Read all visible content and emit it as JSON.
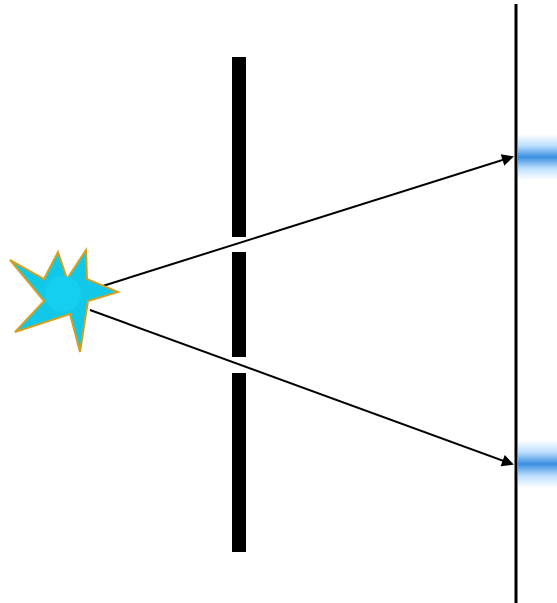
{
  "diagram": {
    "kind": "double-slit",
    "colors": {
      "background": "#ffffff",
      "barrier": "#000000",
      "screen": "#000000",
      "arrow": "#000000",
      "source_fill": "#12c8e8",
      "source_outline": "#d4a020",
      "band_core": "#3a8fe0",
      "band_glow": "#bfe0ff"
    },
    "elements": {
      "source": "light-source-burst",
      "barrier": "double-slit-barrier",
      "screen": "detection-screen",
      "rays": [
        "ray-to-upper-fringe",
        "ray-to-lower-fringe"
      ],
      "fringes": [
        "upper-fringe",
        "lower-fringe"
      ]
    }
  }
}
